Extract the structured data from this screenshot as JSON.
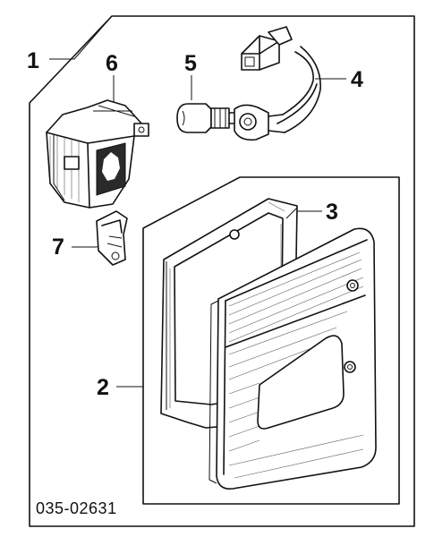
{
  "diagram": {
    "callouts": [
      "1",
      "2",
      "3",
      "4",
      "5",
      "6",
      "7"
    ],
    "part_code": "035-02631"
  }
}
